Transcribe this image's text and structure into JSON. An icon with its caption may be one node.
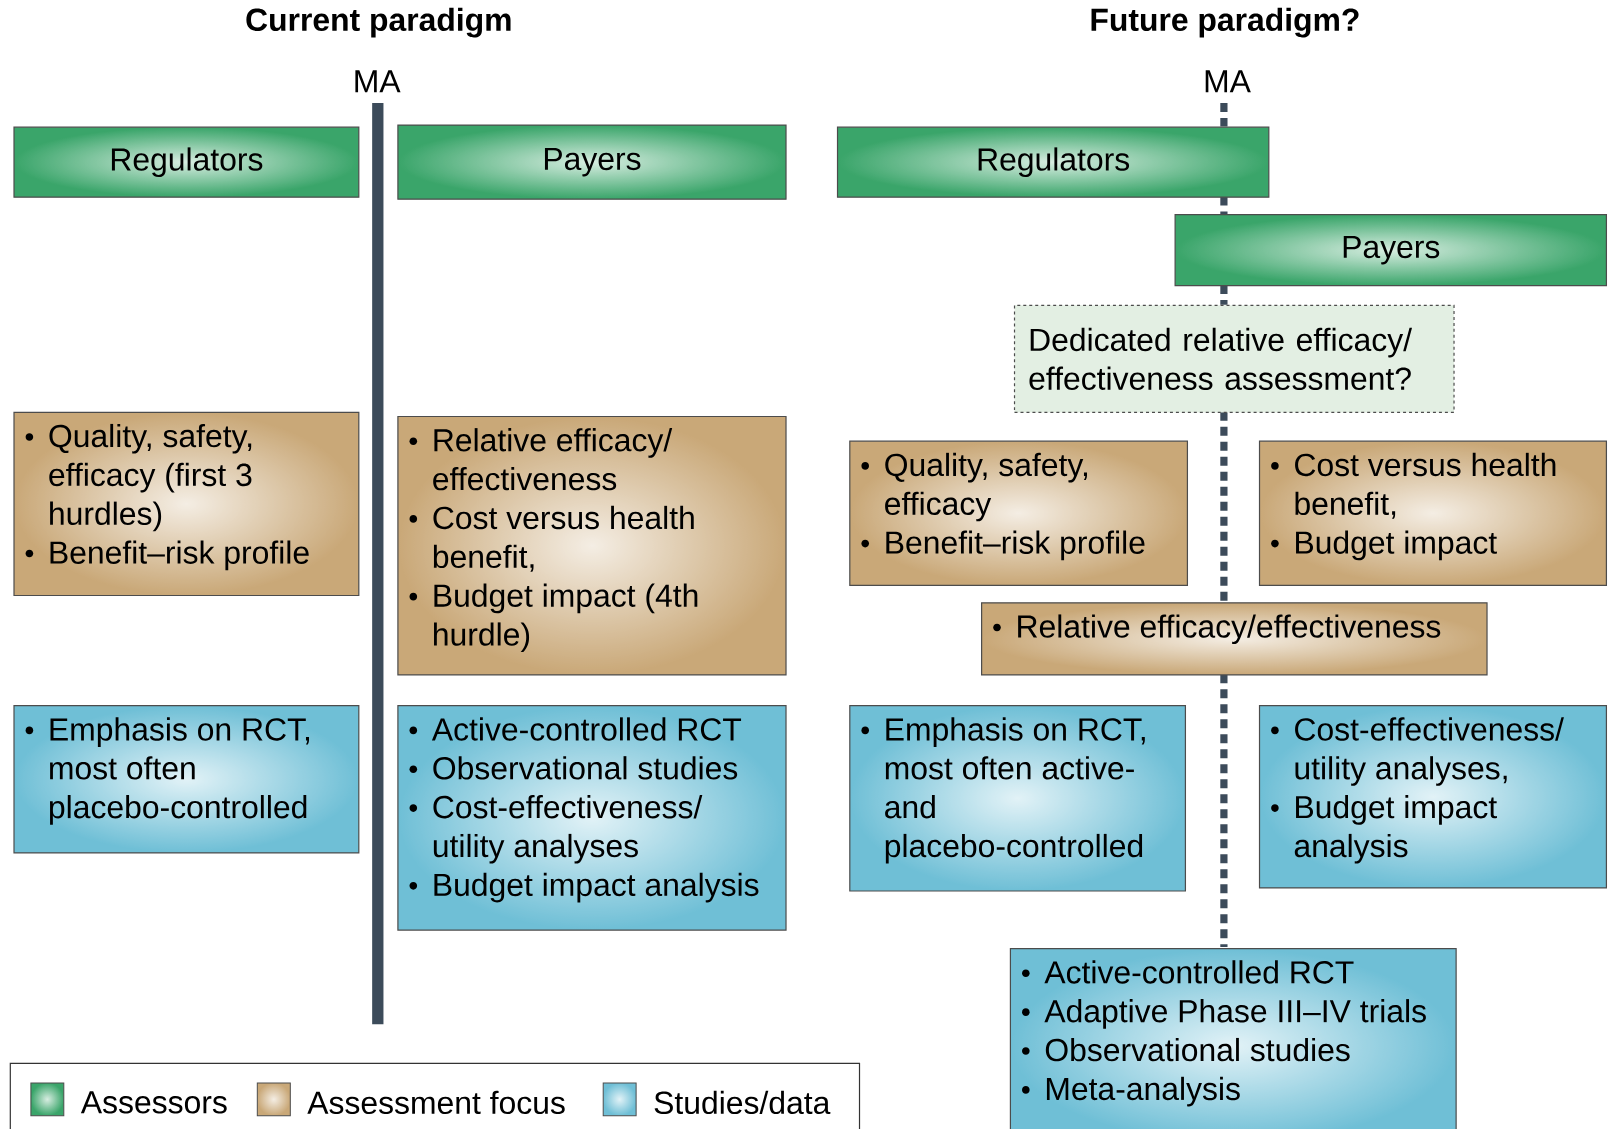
{
  "diagram": {
    "nodes": [
      {
        "text": [
          "Regulators"
        ]
      },
      {
        "text": [
          "Payers"
        ]
      },
      {
        "text": [
          "Regulators"
        ]
      },
      {
        "text": [
          "Payers"
        ]
      },
      {
        "text": [
          "Dedicated relative efficacy/ effectiveness assessment?"
        ]
      },
      {
        "text": [
          "Quality, safety, efficacy (first 3 hurdles)",
          "Benefit–risk profile"
        ]
      },
      {
        "text": [
          "Relative efficacy/ effectiveness",
          "Cost versus health benefit,",
          "Budget impact (4th hurdle)"
        ]
      },
      {
        "text": [
          "Quality, safety, efficacy",
          "Benefit–risk profile"
        ]
      },
      {
        "text": [
          "Cost versus health benefit,",
          "Budget impact"
        ]
      },
      {
        "text": [
          "Relative efficacy/effectiveness"
        ]
      },
      {
        "text": [
          "Emphasis on RCT, most often placebo-controlled"
        ]
      },
      {
        "text": [
          "Active-controlled RCT",
          "Observational studies",
          "Cost-effectiveness/ utility analyses",
          "Budget impact analysis"
        ]
      },
      {
        "text": [
          "Emphasis on RCT, most often active- and placebo-controlled"
        ]
      },
      {
        "text": [
          "Cost-effectiveness/ utility analyses,",
          "Budget impact analysis"
        ]
      },
      {
        "text": [
          "Active-controlled RCT",
          "Adaptive Phase III–IV trials",
          "Observational studies",
          "Meta-analysis"
        ]
      }
    ],
    "labels": [
      "Current paradigm",
      "Future paradigm?",
      "MA",
      "MA"
    ],
    "legend": [
      {
        "text": "Assessors",
        "color": "#3aa56a"
      },
      {
        "text": "Assessment focus",
        "color": "#c9a878"
      },
      {
        "text": "Studies/data",
        "color": "#6fbfd6"
      }
    ]
  }
}
